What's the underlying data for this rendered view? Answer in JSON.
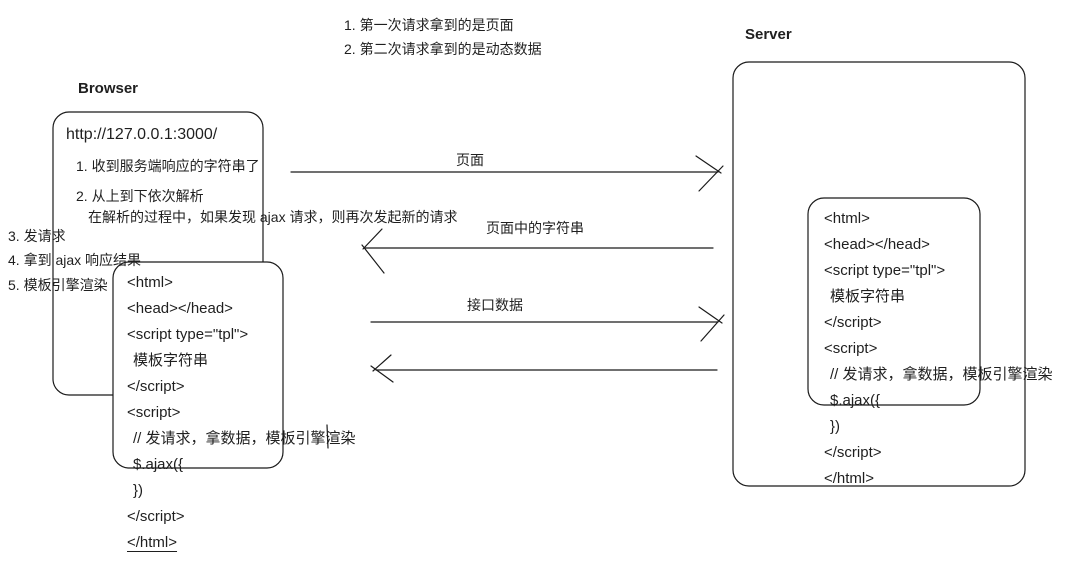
{
  "colors": {
    "stroke": "#1a1a1a",
    "text": "#1f1f1f",
    "background": "#ffffff"
  },
  "annotations": {
    "note1": "1. 第一次请求拿到的是页面",
    "note2": "2. 第二次请求拿到的是动态数据"
  },
  "browser": {
    "title": "Browser",
    "url": "http://127.0.0.1:3000/",
    "parse_steps": {
      "step1": "1. 收到服务端响应的字符串了",
      "step2": "2. 从上到下依次解析",
      "detail": "在解析的过程中，如果发现 ajax 请求，则再次发起新的请求"
    },
    "side_steps": [
      "3. 发请求",
      "4. 拿到 ajax 响应结果",
      "5. 模板引擎渲染"
    ],
    "code_lines": [
      "<html>",
      "<head></head>",
      "<script type=\"tpl\">",
      "模板字符串",
      "</script>",
      "<script>",
      "// 发请求，拿数据，模板引擎渲染",
      "$.ajax({",
      "})",
      "</script>",
      "</html>"
    ]
  },
  "server": {
    "title": "Server",
    "code_lines": [
      "<html>",
      "<head></head>",
      "<script type=\"tpl\">",
      "模板字符串",
      "</script>",
      "<script>",
      "// 发请求，拿数据，模板引擎渲染",
      "$.ajax({",
      "})",
      "</script>",
      "</html>"
    ]
  },
  "arrows": [
    {
      "label": "页面",
      "direction": "browser-to-server"
    },
    {
      "label": "页面中的字符串",
      "direction": "server-to-browser"
    },
    {
      "label": "接口数据",
      "direction": "browser-to-server"
    },
    {
      "label": "",
      "direction": "server-to-browser"
    }
  ]
}
